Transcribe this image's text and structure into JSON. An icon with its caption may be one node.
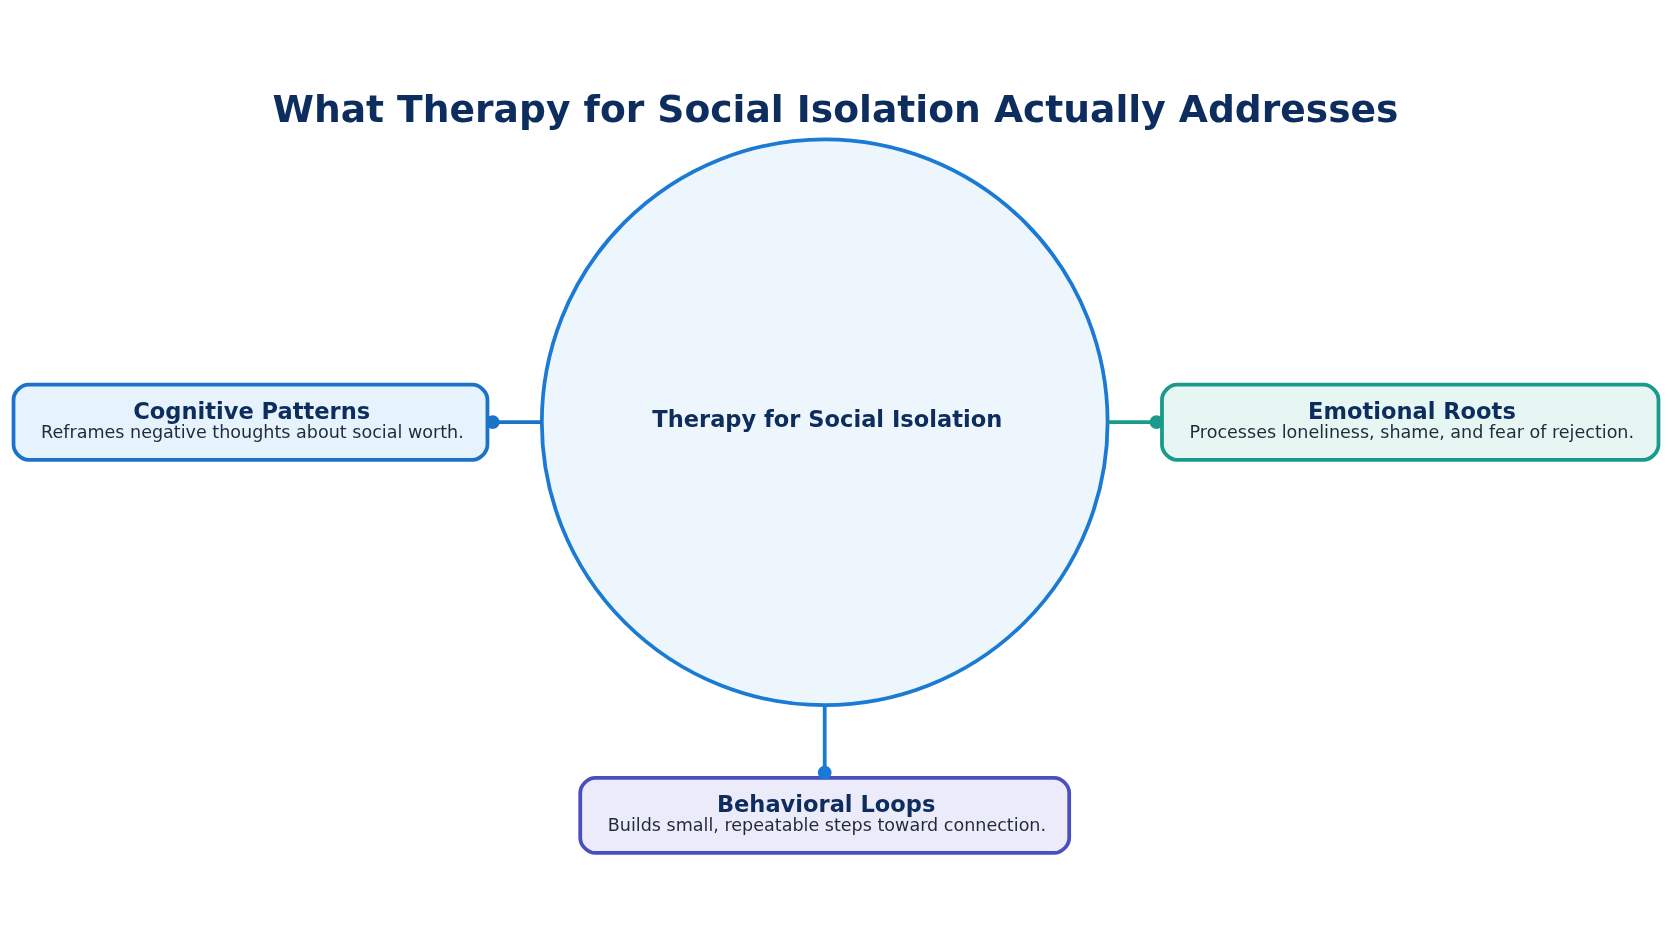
{
  "diagram": {
    "title": "What Therapy for Social Isolation Actually Addresses",
    "nodes": [
      {
        "text": [
          "Therapy for Social Isolation"
        ]
      },
      {
        "text": [
          "Cognitive Patterns",
          "Reframes negative thoughts about social worth."
        ]
      },
      {
        "text": [
          "Emotional Roots",
          "Processes loneliness, shame, and fear of rejection."
        ]
      },
      {
        "text": [
          "Behavioral Loops",
          "Builds small, repeatable steps toward connection."
        ]
      }
    ],
    "edges": [
      {
        "from": 0,
        "to": 1,
        "arrow": "other",
        "color": "#1a73c8"
      },
      {
        "from": 0,
        "to": 2,
        "arrow": "other",
        "color": "#1a9a8a"
      },
      {
        "from": 0,
        "to": 3,
        "arrow": "other"
      }
    ]
  }
}
